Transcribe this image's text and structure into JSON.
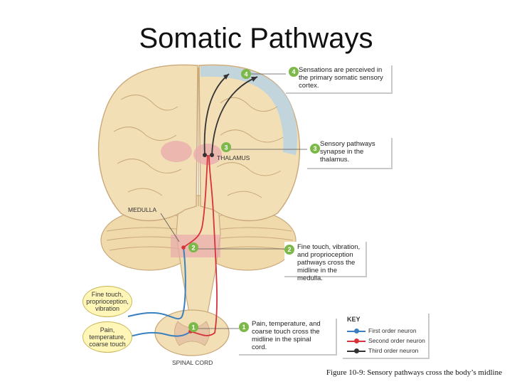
{
  "slide": {
    "title": "Somatic Pathways",
    "caption": "Figure 10-9: Sensory pathways cross the body’s midline"
  },
  "labels": {
    "thalamus": "THALAMUS",
    "medulla": "MEDULLA",
    "spinal_cord": "SPINAL CORD"
  },
  "callouts": [
    {
      "num": "4",
      "text": "Sensations are perceived in the primary somatic sensory cortex."
    },
    {
      "num": "3",
      "text": "Sensory pathways synapse in the thalamus."
    },
    {
      "num": "2",
      "text": "Fine touch, vibration, and proprioception pathways cross the midline in the medulla."
    },
    {
      "num": "1",
      "text": "Pain, temperature, and coarse touch cross the midline in the spinal cord."
    }
  ],
  "inputs": [
    {
      "text": "Fine touch, proprioception, vibration"
    },
    {
      "text": "Pain, temperature, coarse touch"
    }
  ],
  "key": {
    "title": "KEY",
    "items": [
      {
        "label": "First order neuron",
        "color": "#3a7fc0"
      },
      {
        "label": "Second order neuron",
        "color": "#d8323a"
      },
      {
        "label": "Third order neuron",
        "color": "#333333"
      }
    ]
  },
  "colors": {
    "brain": "#f3dfb6",
    "brain_outline": "#c9a97a",
    "cortex_highlight": "#b9d2e3",
    "highlight_pink": "#e8a9ac",
    "first_order": "#3a7fc0",
    "second_order": "#d8323a",
    "third_order": "#333333",
    "badge": "#7db84a"
  }
}
